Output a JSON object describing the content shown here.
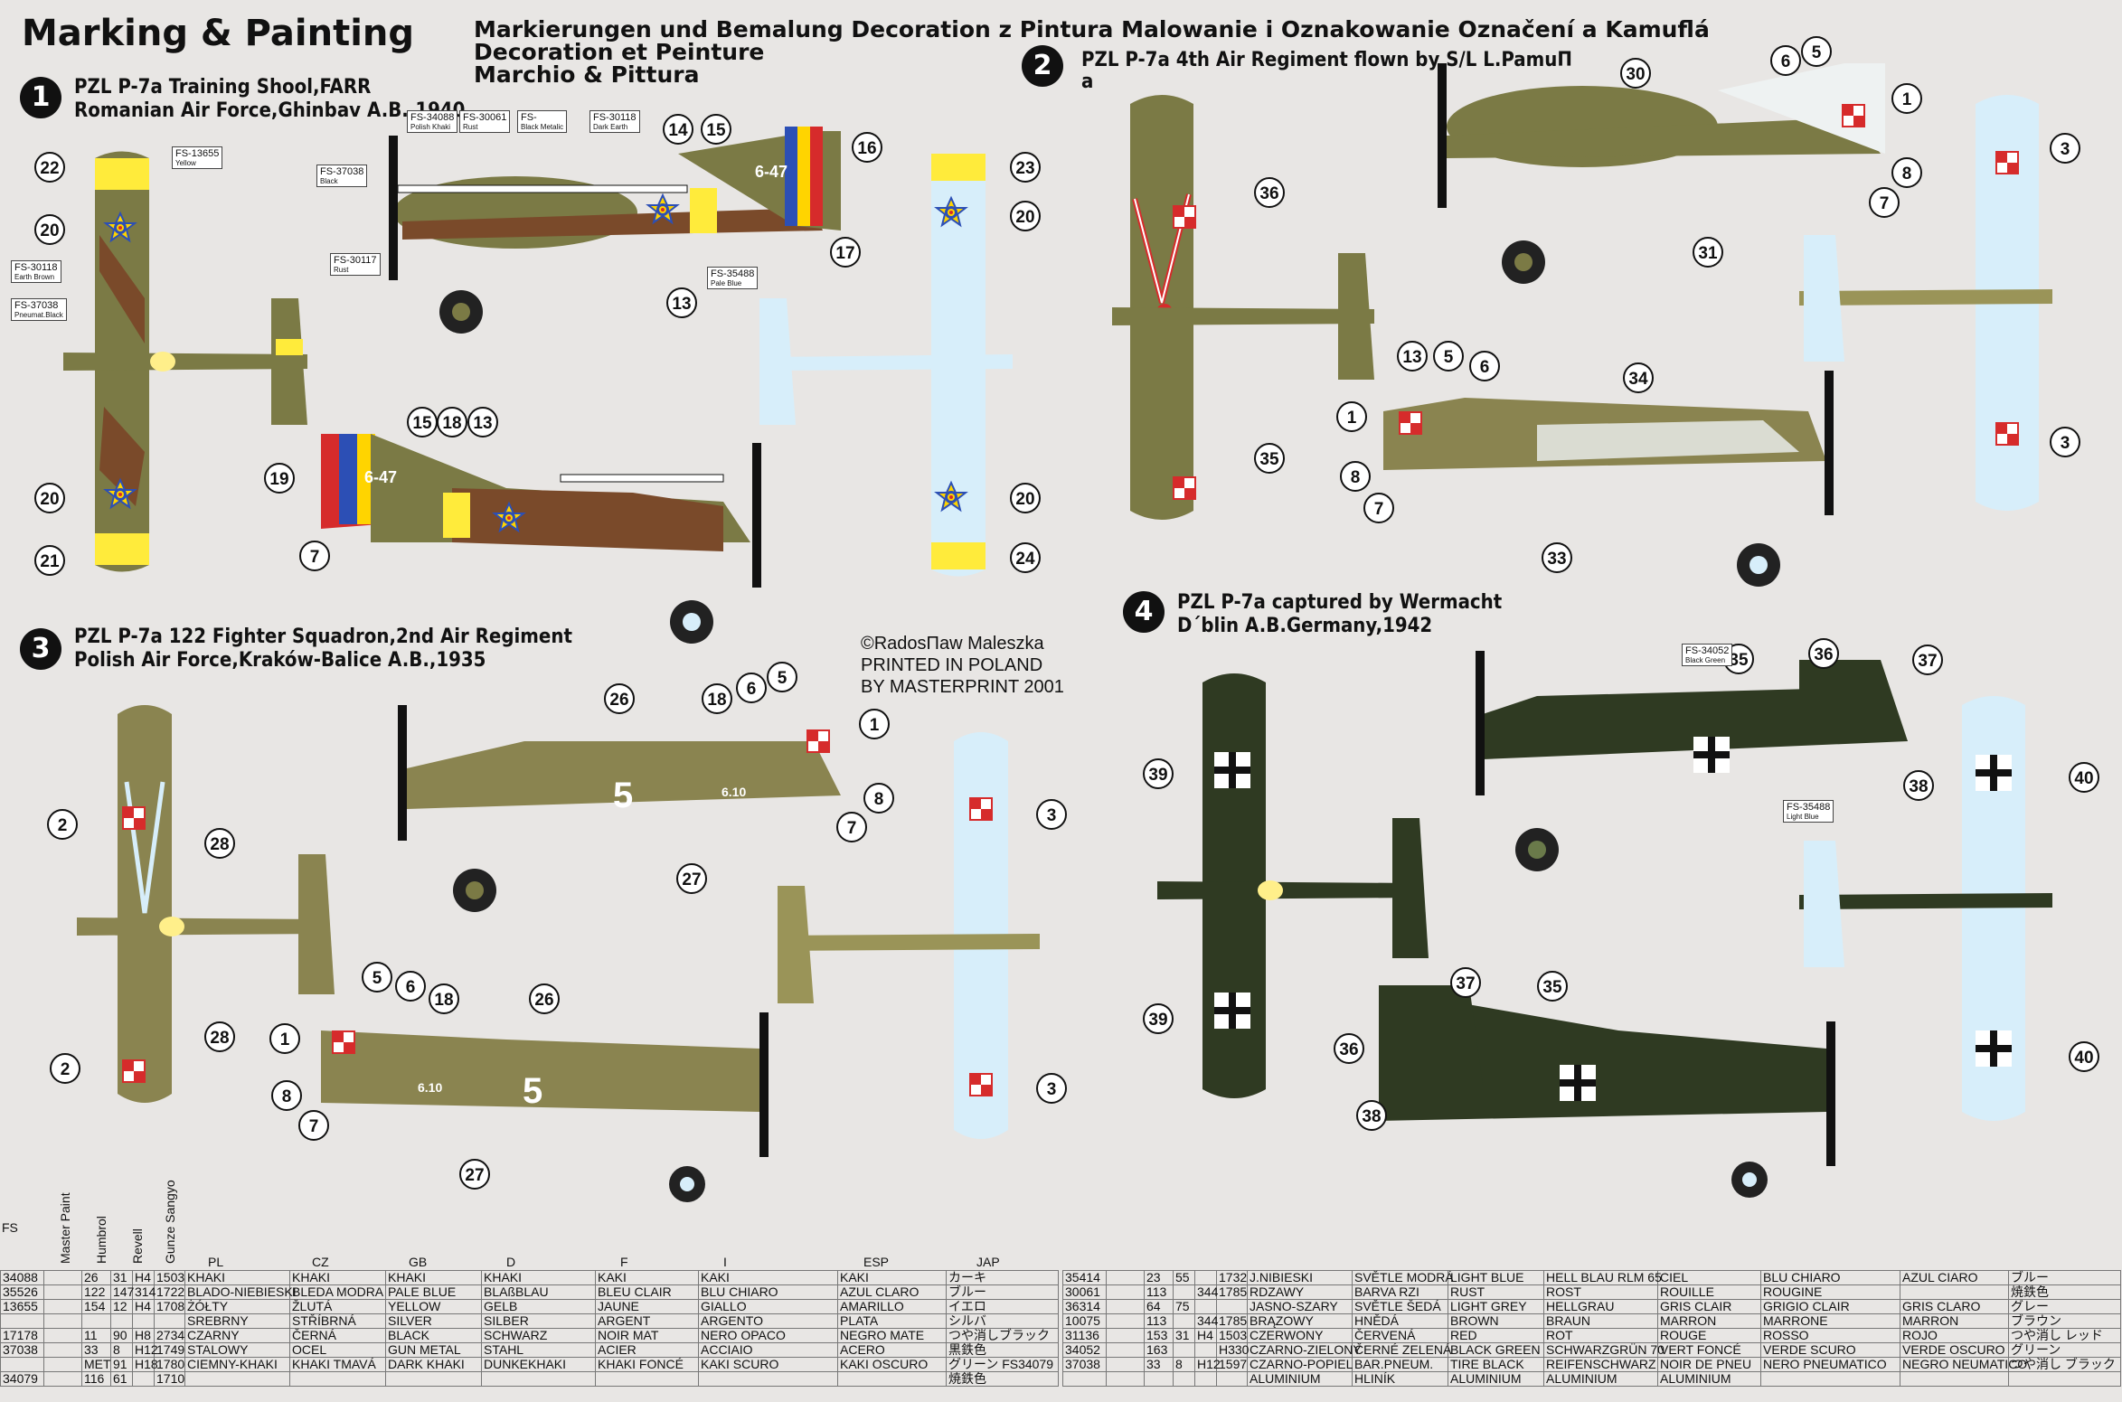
{
  "header": {
    "main_title": "Marking & Painting",
    "ml_line1": "Markierungen und Bemalung   Decoration z Pintura   Malowanie i Oznakowanie   Označení a Kamuflá",
    "ml_line2": "Decoration et Peinture",
    "ml_line3": "Marchio & Pittura"
  },
  "sections": [
    {
      "num": "1",
      "line1": "PZL P-7a Training Shool,FARR",
      "line2": "Romanian Air Force,Ghinbav A.B.,1940"
    },
    {
      "num": "2",
      "line1": "PZL P-7a 4th Air Regiment flown by S/L L.PamuΠ",
      "line2": "a"
    },
    {
      "num": "3",
      "line1": "PZL P-7a 122 Fighter Squadron,2nd Air Regiment",
      "line2": "Polish Air Force,Kraków-Balice A.B.,1935"
    },
    {
      "num": "4",
      "line1": "PZL P-7a captured by Wermacht",
      "line2": "D´blin A.B.Germany,1942"
    }
  ],
  "credit": {
    "line1": "©RadosΠaw Maleszka",
    "line2": "PRINTED IN POLAND",
    "line3": "BY MASTERPRINT 2001"
  },
  "aircraft_codes": {
    "romanian": "6-47",
    "polish": "6.10",
    "polish_number": "5"
  },
  "colors": {
    "olive": "#7b7a45",
    "khaki": "#8a8450",
    "brown": "#7a4a2a",
    "dark_green": "#2f3a22",
    "pale_blue": "#d7eefa",
    "yellow": "#ffeb3b",
    "red": "#d62b2b",
    "blue": "#2c4fb5"
  },
  "paint_table": {
    "vertical_headers": [
      "Master Paint",
      "Humbrol",
      "Revell",
      "Gunze Sangyo"
    ],
    "columns": [
      "PL",
      "CZ",
      "GB",
      "D",
      "F",
      "I",
      "ESP",
      "JAP"
    ],
    "left_rows": [
      [
        "34088",
        "",
        "26",
        "31",
        "H4",
        "1503",
        "KHAKI",
        "KHAKI",
        "KHAKI",
        "KHAKI",
        "KAKI",
        "KAKI",
        "KAKI",
        "カーキ"
      ],
      [
        "35526",
        "",
        "122",
        "147",
        "314",
        "1722",
        "BLADO-NIEBIESKI",
        "BLEDA MODRA",
        "PALE BLUE",
        "BLAßBLAU",
        "BLEU CLAIR",
        "BLU CHIARO",
        "AZUL CLARO",
        "ブルー"
      ],
      [
        "13655",
        "",
        "154",
        "12",
        "H4",
        "1708",
        "ŻÓŁTY",
        "ŽLUTÁ",
        "YELLOW",
        "GELB",
        "JAUNE",
        "GIALLO",
        "AMARILLO",
        "イエロ"
      ],
      [
        "",
        "",
        "",
        "",
        "",
        "",
        "SREBRNY",
        "STŘÍBRNÁ",
        "SILVER",
        "SILBER",
        "ARGENT",
        "ARGENTO",
        "PLATA",
        "シルバ"
      ],
      [
        "17178",
        "",
        "11",
        "90",
        "H8",
        "2734",
        "CZARNY",
        "ČERNÁ",
        "BLACK",
        "SCHWARZ",
        "NOIR MAT",
        "NERO OPACO",
        "NEGRO MATE",
        "つや消しブラック"
      ],
      [
        "37038",
        "",
        "33",
        "8",
        "H12",
        "1749",
        "STALOWY",
        "OCEL",
        "GUN METAL",
        "STAHL",
        "ACIER",
        "ACCIAIO",
        "ACERO",
        "黒鉄色"
      ],
      [
        "",
        "",
        "MET",
        "91",
        "H18",
        "1780",
        "CIEMNY-KHAKI",
        "KHAKI TMAVÁ",
        "DARK KHAKI",
        "DUNKEKHAKI",
        "KHAKI FONCÉ",
        "KAKI SCURO",
        "KAKI OSCURO",
        "グリーン FS34079"
      ],
      [
        "34079",
        "",
        "116",
        "61",
        "",
        "1710",
        "",
        "",
        "",
        "",
        "",
        "",
        "",
        "焼鉄色"
      ]
    ],
    "right_rows": [
      [
        "35414",
        "",
        "23",
        "55",
        "",
        "1732",
        "J.NIBIESKI",
        "SVĚTLE MODRÁ",
        "LIGHT BLUE",
        "HELL BLAU RLM 65",
        "CIEL",
        "BLU CHIARO",
        "AZUL CIARO",
        "ブルー"
      ],
      [
        "30061",
        "",
        "113",
        "",
        "344",
        "1785",
        "RDZAWY",
        "BARVA RZI",
        "RUST",
        "ROST",
        "ROUILLE",
        "ROUGINE",
        "",
        "焼鉄色"
      ],
      [
        "36314",
        "",
        "64",
        "75",
        "",
        "",
        "JASNO-SZARY",
        "SVĚTLE ŠEDÁ",
        "LIGHT GREY",
        "HELLGRAU",
        "GRIS CLAIR",
        "GRIGIO CLAIR",
        "GRIS CLARO",
        "グレー"
      ],
      [
        "10075",
        "",
        "113",
        "",
        "344",
        "1785",
        "BRĄZOWY",
        "HNĚDÁ",
        "BROWN",
        "BRAUN",
        "MARRON",
        "MARRONE",
        "MARRON",
        "ブラウン"
      ],
      [
        "31136",
        "",
        "153",
        "31",
        "H4",
        "1503",
        "CZERWONY",
        "ČERVENÁ",
        "RED",
        "ROT",
        "ROUGE",
        "ROSSO",
        "ROJO",
        "つや消し レッド"
      ],
      [
        "34052",
        "",
        "163",
        "",
        "",
        "H330",
        "CZARNO-ZIELONY",
        "ČERNÉ ZELENÁ",
        "BLACK GREEN",
        "SCHWARZGRÜN 70",
        "VERT FONCÉ",
        "VERDE SCURO",
        "VERDE OSCURO",
        "グリーン"
      ],
      [
        "37038",
        "",
        "33",
        "8",
        "H12",
        "1597",
        "CZARNO-POPIEL",
        "BAR.PNEUM.",
        "TIRE BLACK",
        "REIFENSCHWARZ",
        "NOIR DE PNEU",
        "NERO PNEUMATICO",
        "NEGRO NEUMATICO",
        "つや消し ブラック"
      ],
      [
        "",
        "",
        "",
        "",
        "",
        "",
        "ALUMINIUM",
        "HLINÍK",
        "ALUMINIUM",
        "ALUMINIUM",
        "ALUMINIUM",
        "",
        "",
        ""
      ]
    ],
    "fs_header": "FS"
  },
  "callouts": {
    "s1": [
      "22",
      "20",
      "20",
      "21",
      "14",
      "15",
      "16",
      "17",
      "13",
      "23",
      "20",
      "20",
      "24",
      "15",
      "18",
      "13",
      "19",
      "7"
    ],
    "s2": [
      "30",
      "6",
      "5",
      "1",
      "8",
      "7",
      "31",
      "36",
      "35",
      "13",
      "5",
      "6",
      "1",
      "8",
      "7",
      "34",
      "33",
      "3",
      "3"
    ],
    "s3": [
      "26",
      "18",
      "6",
      "5",
      "1",
      "8",
      "7",
      "27",
      "2",
      "28",
      "28",
      "2",
      "5",
      "6",
      "18",
      "26",
      "1",
      "8",
      "7",
      "27",
      "3",
      "3"
    ],
    "s4": [
      "35",
      "36",
      "37",
      "38",
      "39",
      "39",
      "37",
      "35",
      "36",
      "38",
      "40",
      "40"
    ]
  },
  "fs_labels": [
    {
      "code": "FS-13655",
      "name": "Yellow"
    },
    {
      "code": "FS-30118",
      "name": "Earth Brown"
    },
    {
      "code": "FS-37038",
      "name": "Pneumat.Black"
    },
    {
      "code": "FS-34088",
      "name": "Polish Khaki"
    },
    {
      "code": "FS-30061",
      "name": "Rust"
    },
    {
      "code": "FS-",
      "name": "Black Metalic"
    },
    {
      "code": "FS-30118",
      "name": "Dark Earth"
    },
    {
      "code": "FS-37038",
      "name": "Black"
    },
    {
      "code": "FS-30117",
      "name": "Rust"
    },
    {
      "code": "FS-35488",
      "name": "Pale Blue"
    },
    {
      "code": "FS-34052",
      "name": "Black Green"
    },
    {
      "code": "FS-35488",
      "name": "Light Blue"
    }
  ]
}
